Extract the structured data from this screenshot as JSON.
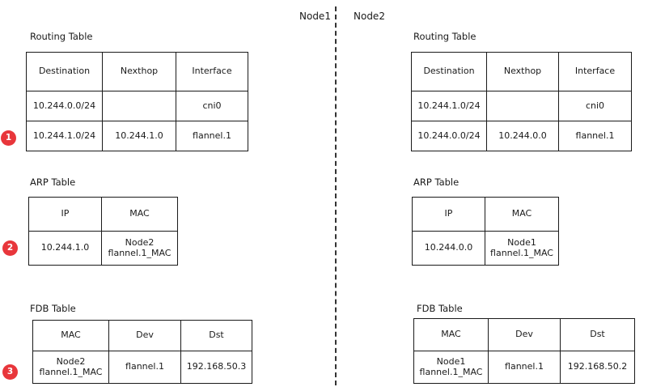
{
  "nodes": {
    "node1": "Node1",
    "node2": "Node2"
  },
  "badges": [
    "1",
    "2",
    "3"
  ],
  "left": {
    "routing": {
      "title": "Routing Table",
      "headers": [
        "Destination",
        "Nexthop",
        "Interface"
      ],
      "rows": [
        [
          "10.244.0.0/24",
          "",
          "cni0"
        ],
        [
          "10.244.1.0/24",
          "10.244.1.0",
          "flannel.1"
        ]
      ]
    },
    "arp": {
      "title": "ARP Table",
      "headers": [
        "IP",
        "MAC"
      ],
      "rows": [
        [
          "10.244.1.0",
          "Node2",
          "flannel.1_MAC"
        ]
      ]
    },
    "fdb": {
      "title": "FDB Table",
      "headers": [
        "MAC",
        "Dev",
        "Dst"
      ],
      "rows": [
        [
          "Node2",
          "flannel.1_MAC",
          "flannel.1",
          "192.168.50.3"
        ]
      ]
    }
  },
  "right": {
    "routing": {
      "title": "Routing Table",
      "headers": [
        "Destination",
        "Nexthop",
        "Interface"
      ],
      "rows": [
        [
          "10.244.1.0/24",
          "",
          "cni0"
        ],
        [
          "10.244.0.0/24",
          "10.244.0.0",
          "flannel.1"
        ]
      ]
    },
    "arp": {
      "title": "ARP Table",
      "headers": [
        "IP",
        "MAC"
      ],
      "rows": [
        [
          "10.244.0.0",
          "Node1",
          "flannel.1_MAC"
        ]
      ]
    },
    "fdb": {
      "title": "FDB Table",
      "headers": [
        "MAC",
        "Dev",
        "Dst"
      ],
      "rows": [
        [
          "Node1",
          "flannel.1_MAC",
          "flannel.1",
          "192.168.50.2"
        ]
      ]
    }
  }
}
